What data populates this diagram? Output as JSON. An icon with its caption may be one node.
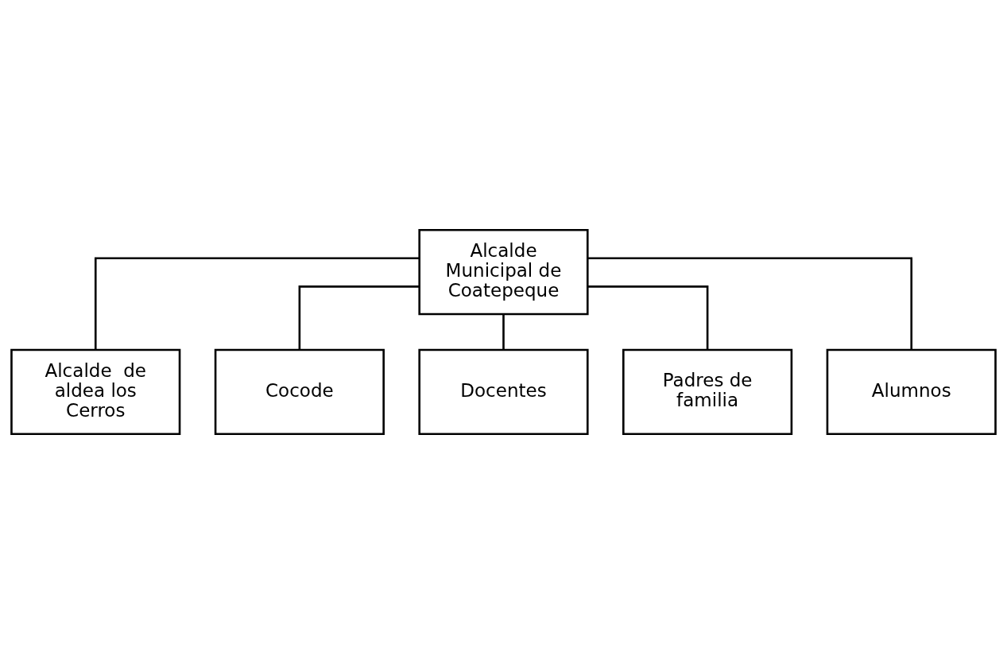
{
  "diagram": {
    "nodes": [
      {
        "text": [
          "Alcalde Municipal de Coatepeque"
        ]
      },
      {
        "text": [
          "Alcalde  de aldea los  Cerros"
        ]
      },
      {
        "text": [
          "Cocode"
        ]
      },
      {
        "text": [
          "Docentes"
        ]
      },
      {
        "text": [
          "Padres de familia"
        ]
      },
      {
        "text": [
          "Alumnos"
        ]
      }
    ],
    "edges": [
      {
        "from": 0,
        "to": 1,
        "arrow": "none"
      },
      {
        "from": 0,
        "to": 2,
        "arrow": "none"
      },
      {
        "from": 0,
        "to": 3,
        "arrow": "none"
      },
      {
        "from": 0,
        "to": 4,
        "arrow": "none"
      },
      {
        "from": 0,
        "to": 5,
        "arrow": "none"
      }
    ]
  }
}
